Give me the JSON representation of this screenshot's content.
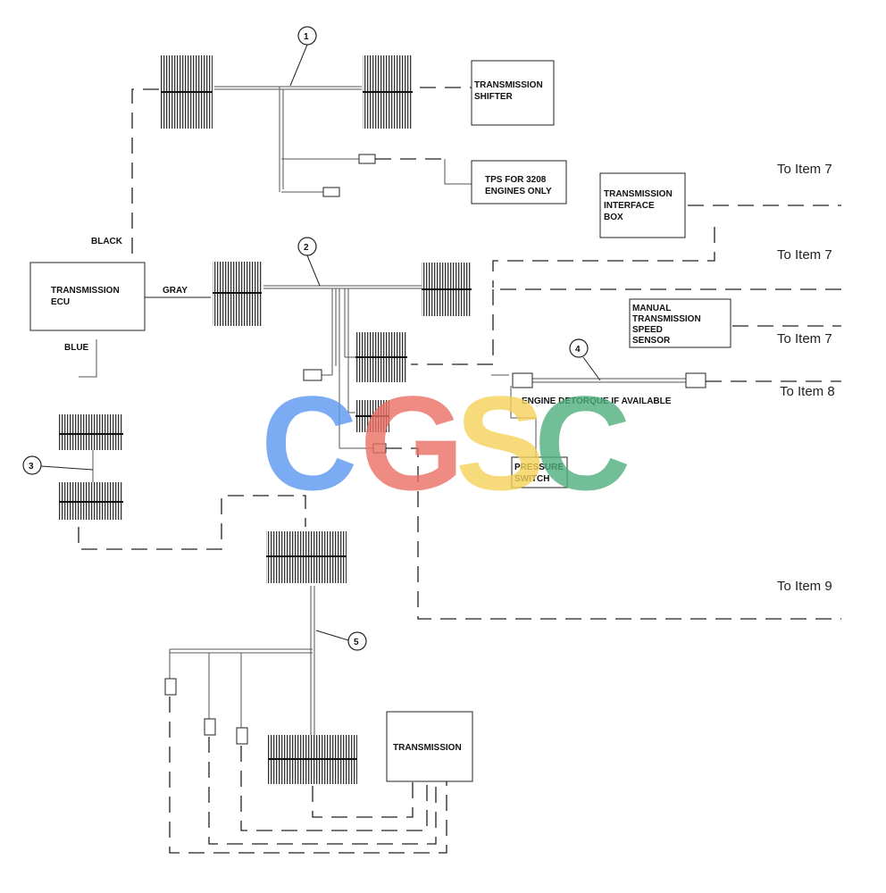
{
  "boxes": {
    "transmission_shifter": [
      "TRANSMISSION",
      "SHIFTER"
    ],
    "tps": [
      "TPS FOR 3208",
      "ENGINES ONLY"
    ],
    "interface_box": [
      "TRANSMISSION",
      "INTERFACE",
      "BOX"
    ],
    "ecu": [
      "TRANSMISSION",
      "ECU"
    ],
    "manual_speed_sensor": [
      "MANUAL",
      "TRANSMISSION",
      "SPEED",
      "SENSOR"
    ],
    "pressure_switch": [
      "PRESSURE",
      "SWITCH"
    ],
    "transmission": [
      "TRANSMISSION"
    ]
  },
  "wire_labels": {
    "black": "BLACK",
    "gray": "GRAY",
    "blue": "BLUE",
    "engine_detorque": "ENGINE DETORQUE IF AVAILABLE"
  },
  "references": {
    "to_item_7_a": "To Item 7",
    "to_item_7_b": "To Item 7",
    "to_item_7_c": "To Item 7",
    "to_item_8": "To Item 8",
    "to_item_9": "To Item 9"
  },
  "callouts": {
    "c1": "1",
    "c2": "2",
    "c3": "3",
    "c4": "4",
    "c5": "5"
  },
  "watermark": {
    "letters": [
      "C",
      "G",
      "S",
      "C"
    ],
    "colors": [
      "#5b97f0",
      "#ea6f63",
      "#f6d35a",
      "#4fae7c"
    ]
  }
}
